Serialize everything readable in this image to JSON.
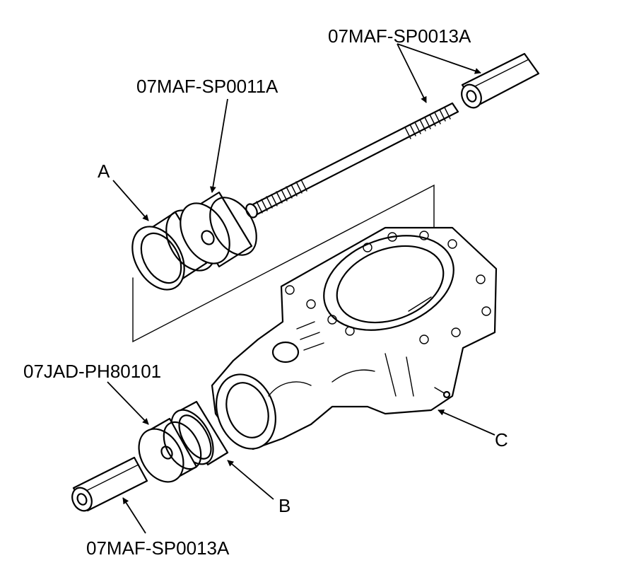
{
  "diagram": {
    "labels": {
      "tool_top_right": "07MAF-SP0013A",
      "tool_top_left": "07MAF-SP0011A",
      "tool_bottom_left": "07JAD-PH80101",
      "tool_bottom": "07MAF-SP0013A",
      "callout_a": "A",
      "callout_b": "B",
      "callout_c": "C"
    },
    "colors": {
      "line": "#000000",
      "background": "#ffffff"
    }
  }
}
